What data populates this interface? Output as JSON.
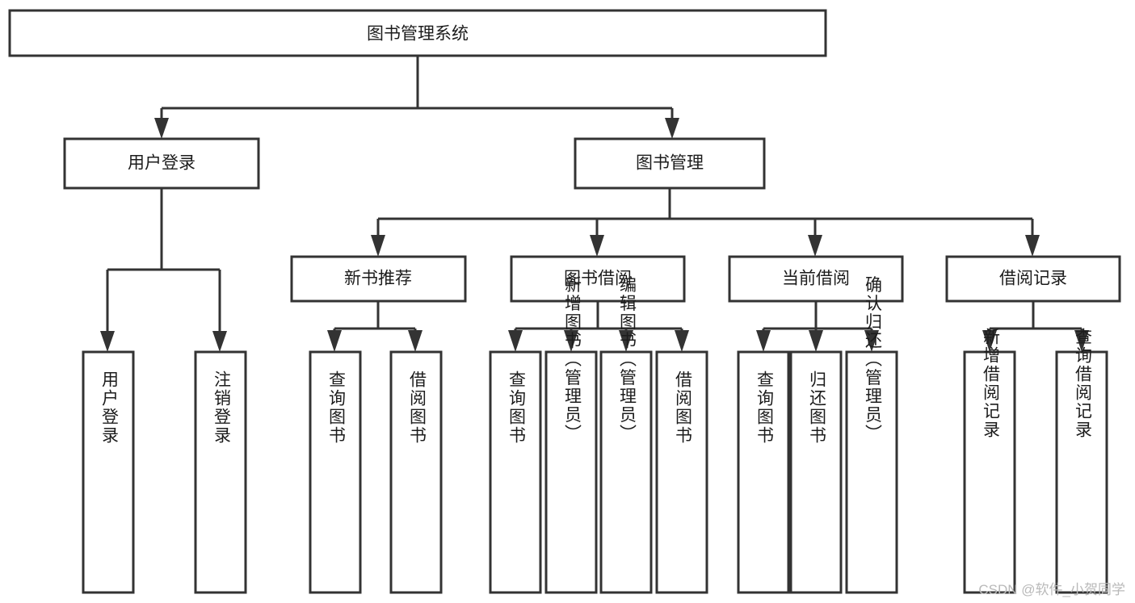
{
  "diagram": {
    "title": "图书管理系统",
    "watermark": "CSDN @软件_小贺同学",
    "colors": {
      "stroke": "#333333",
      "fill": "#ffffff",
      "text": "#1c1c1c",
      "watermark": "#b9b9b9"
    },
    "root": {
      "label": "图书管理系统"
    },
    "level2": [
      {
        "label": "用户登录"
      },
      {
        "label": "图书管理"
      }
    ],
    "level3": [
      {
        "label": "新书推荐"
      },
      {
        "label": "图书借阅"
      },
      {
        "label": "当前借阅"
      },
      {
        "label": "借阅记录"
      }
    ],
    "leaves": {
      "user_login": [
        {
          "label": "用户登录"
        },
        {
          "label": "注销登录"
        }
      ],
      "new_book_recommend": [
        {
          "label": "查询图书"
        },
        {
          "label": "借阅图书"
        }
      ],
      "book_borrow": [
        {
          "label": "查询图书"
        },
        {
          "label": "新增图书（管理员）"
        },
        {
          "label": "编辑图书（管理员）"
        },
        {
          "label": "借阅图书"
        }
      ],
      "current_borrow": [
        {
          "label": "查询图书"
        },
        {
          "label": "归还图书"
        },
        {
          "label": "确认归还（管理员）"
        }
      ],
      "borrow_record": [
        {
          "label": "新增借阅记录"
        },
        {
          "label": "查询借阅记录"
        }
      ]
    }
  }
}
